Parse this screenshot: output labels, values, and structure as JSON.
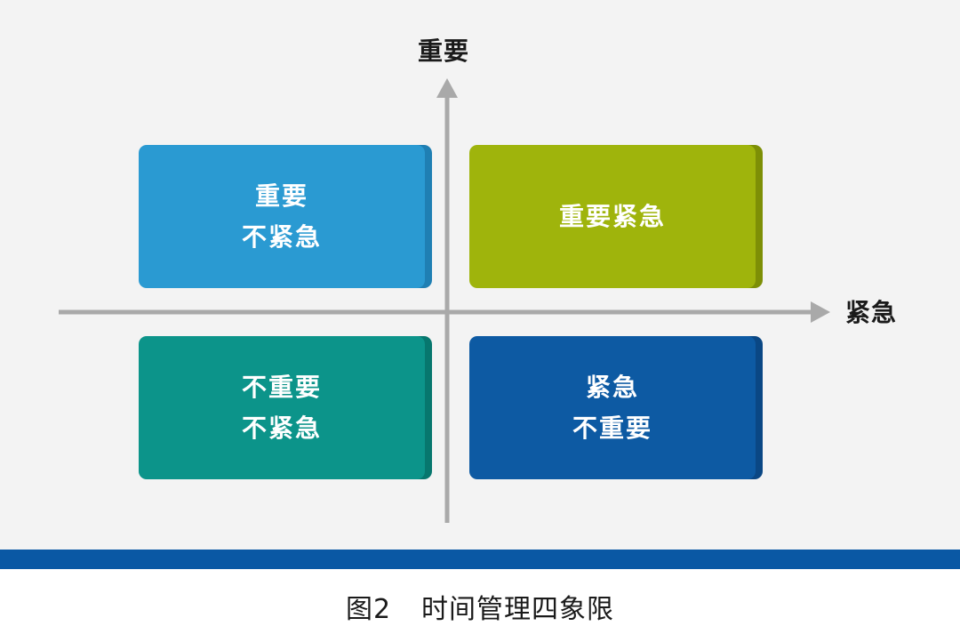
{
  "axes": {
    "y_label": "重要",
    "x_label": "紧急"
  },
  "quadrants": {
    "top_left": {
      "lines": [
        "重要",
        "不紧急"
      ],
      "color": "#2a9ad2"
    },
    "top_right": {
      "lines": [
        "重要紧急"
      ],
      "color": "#9fb40c"
    },
    "bottom_left": {
      "lines": [
        "不重要",
        "不紧急"
      ],
      "color": "#0c948a"
    },
    "bottom_right": {
      "lines": [
        "紧急",
        "不重要"
      ],
      "color": "#0d5aa3"
    }
  },
  "caption": {
    "figure": "图2",
    "title": "时间管理四象限"
  },
  "colors": {
    "axis": "#a9a9a9",
    "band": "#0a58a4",
    "background": "#f3f3f3"
  }
}
